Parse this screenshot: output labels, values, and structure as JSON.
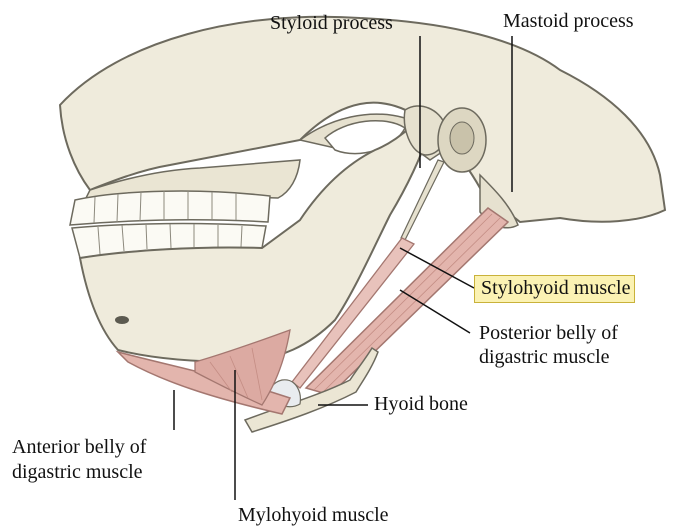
{
  "labels": {
    "styloid_process": "Styloid process",
    "mastoid_process": "Mastoid process",
    "stylohyoid_muscle": "Stylohyoid muscle",
    "posterior_belly_line1": "Posterior belly of",
    "posterior_belly_line2": "digastric muscle",
    "hyoid_bone": "Hyoid bone",
    "anterior_belly_line1": "Anterior belly of",
    "anterior_belly_line2": "digastric muscle",
    "mylohyoid_muscle": "Mylohyoid muscle"
  },
  "colors": {
    "bone": "#efebdc",
    "bone_outline": "#6d6a5e",
    "muscle": "#e3b5ad",
    "muscle_outline": "#a47770",
    "highlight_fill": "#fbf2b3",
    "highlight_border": "#c9b23a",
    "leader_line": "#111111"
  }
}
